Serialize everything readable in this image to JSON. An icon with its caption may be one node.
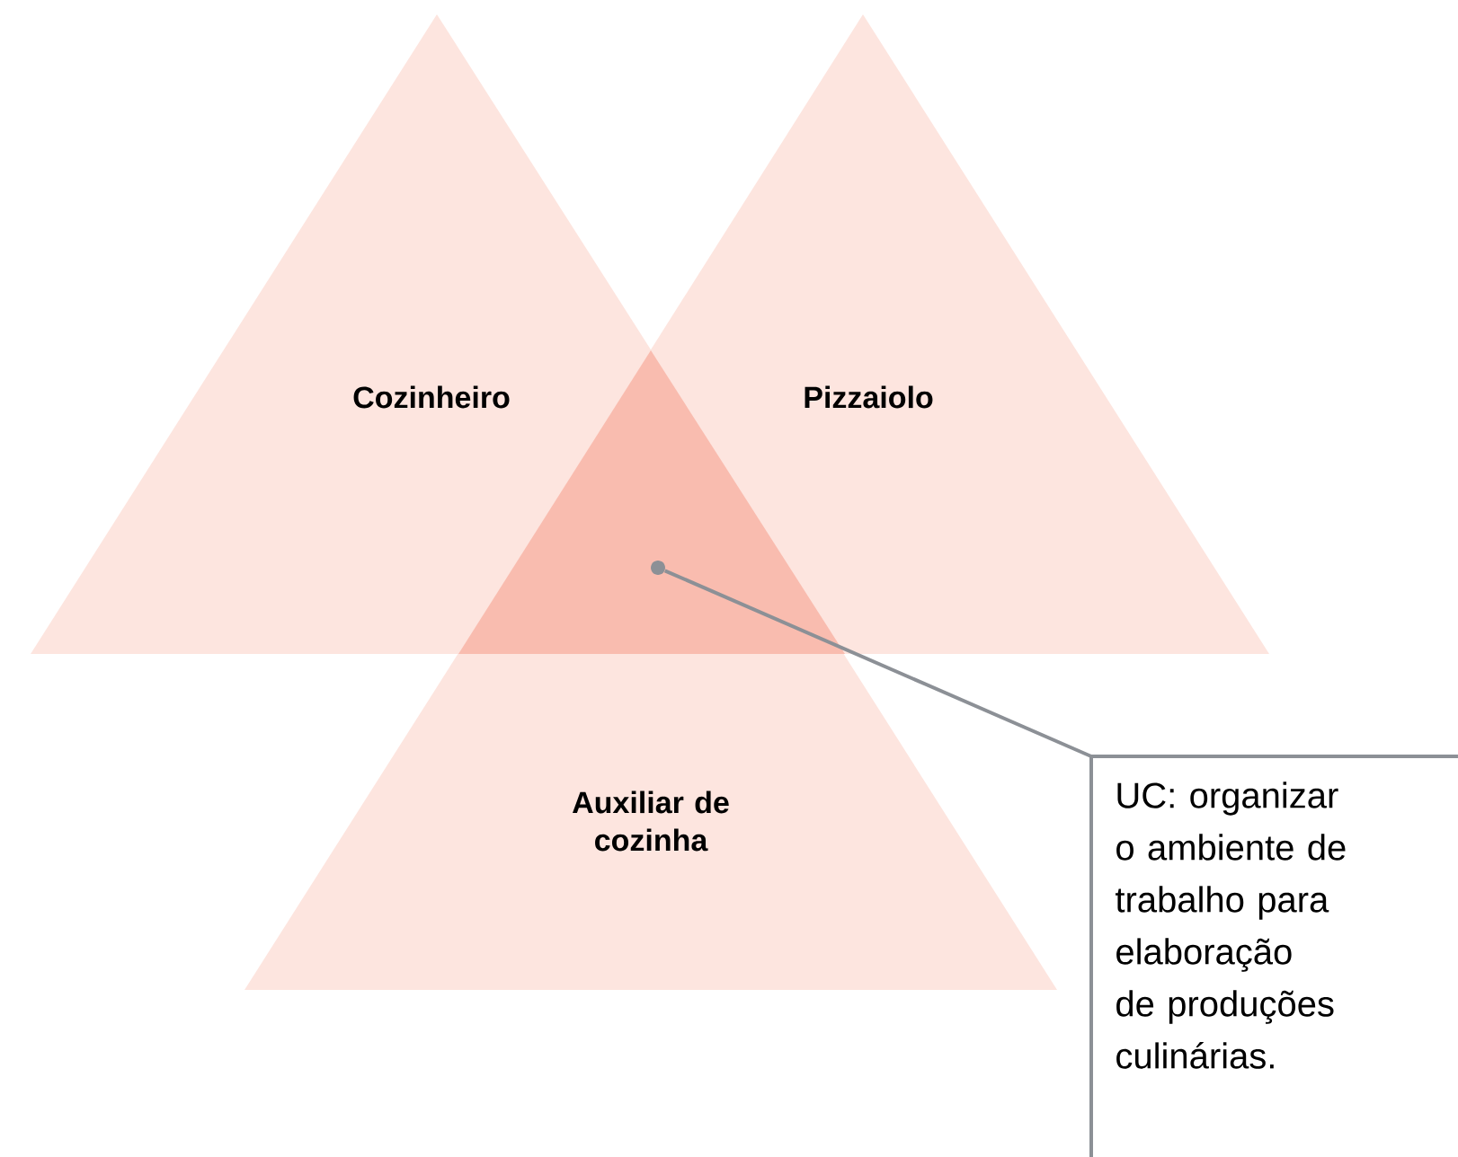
{
  "diagram": {
    "nodes": [
      {
        "text": [
          "Cozinheiro"
        ]
      },
      {
        "text": [
          "Pizzaiolo"
        ]
      },
      {
        "text": [
          "Auxiliar de cozinha"
        ]
      },
      {
        "text": [],
        "shape": "circle"
      },
      {
        "text": [
          "UC: organizar o ambiente de trabalho para elaboração de produções culinárias."
        ]
      }
    ],
    "edges": [
      {
        "from": 4,
        "to": 3,
        "arrow": "none"
      }
    ]
  }
}
